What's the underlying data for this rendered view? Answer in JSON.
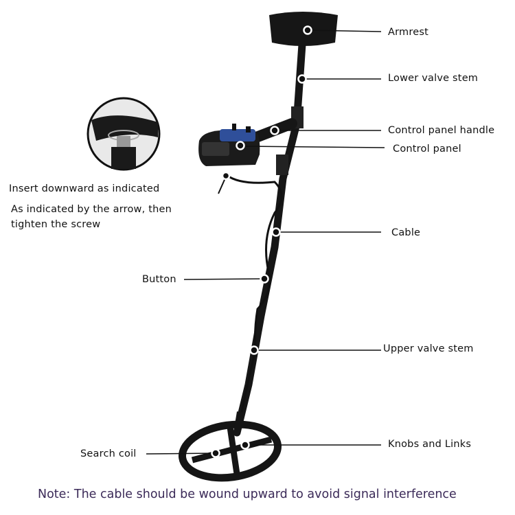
{
  "labels": {
    "armrest": "Armrest",
    "lower_valve_stem": "Lower valve stem",
    "control_panel_handle": "Control panel handle",
    "control_panel": "Control panel",
    "cable": "Cable",
    "button": "Button",
    "upper_valve_stem": "Upper valve stem",
    "knobs_and_links": "Knobs and Links",
    "search_coil": "Search coil"
  },
  "instructions": {
    "line1": "Insert downward as indicated",
    "line2": "As indicated by the arrow, then",
    "line3": "tighten the screw"
  },
  "note": "Note: The cable should be wound upward to avoid signal interference",
  "colors": {
    "device": "#151515",
    "panel_accent": "#2f4f9a",
    "note_text": "#3b2a58"
  }
}
